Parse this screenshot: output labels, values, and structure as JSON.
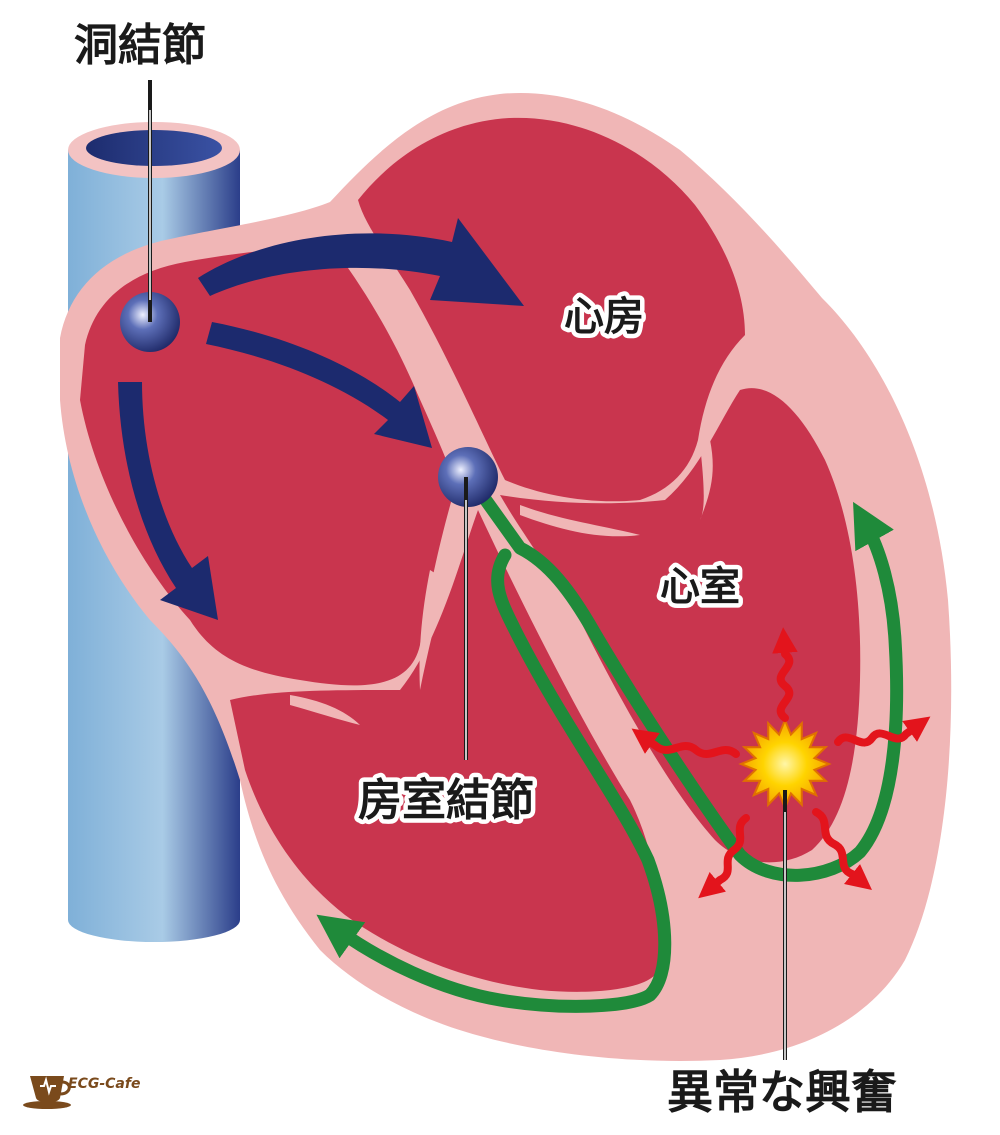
{
  "labels": {
    "sinoatrial_node": "洞結節",
    "atrium": "心房",
    "ventricle": "心室",
    "atrioventricular_node": "房室結節",
    "abnormal_excitation": "異常な興奮"
  },
  "logo": {
    "text": "ECG-Cafe"
  },
  "colors": {
    "heart_wall": "#f0b6b6",
    "chamber": "#c9354e",
    "vessel": "#86b2d6",
    "node": "#2a3572",
    "conduction_arrow": "#1c2a6e",
    "conduction_path": "#1f8a3a",
    "burst_arrow": "#e3141c",
    "burst_center": "#f7c200"
  }
}
